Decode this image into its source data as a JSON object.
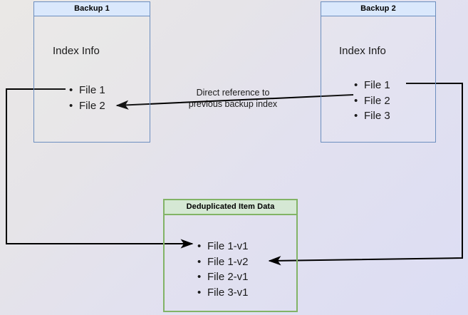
{
  "diagram": {
    "title": "Backup deduplication reference diagram",
    "colors": {
      "blue_fill": "#dae8fc",
      "blue_stroke": "#6c8ebf",
      "green_fill": "#d5e8d4",
      "green_stroke": "#82b366",
      "connector": "#000000",
      "text": "#1a1a1a"
    },
    "nodes": {
      "backup1": {
        "header": "Backup 1",
        "section_label": "Index Info",
        "items": [
          "File 1",
          "File 2"
        ]
      },
      "backup2": {
        "header": "Backup 2",
        "section_label": "Index Info",
        "items": [
          "File 1",
          "File 2",
          "File 3"
        ]
      },
      "dedup": {
        "header": "Deduplicated Item Data",
        "items": [
          "File 1-v1",
          "File 1-v2",
          "File 2-v1",
          "File 3-v1"
        ]
      }
    },
    "edges": {
      "direct_reference": {
        "label": "Direct reference to\nprevious backup index",
        "from": "Backup 2 / File 2",
        "to": "Backup 1 / File 2"
      },
      "backup1_to_dedup": {
        "from": "Backup 1 / File 1",
        "to": "Deduplicated Item Data / File 1-v1"
      },
      "backup2_to_dedup": {
        "from": "Backup 2 / File 1",
        "to": "Deduplicated Item Data / File 1-v2"
      }
    }
  }
}
